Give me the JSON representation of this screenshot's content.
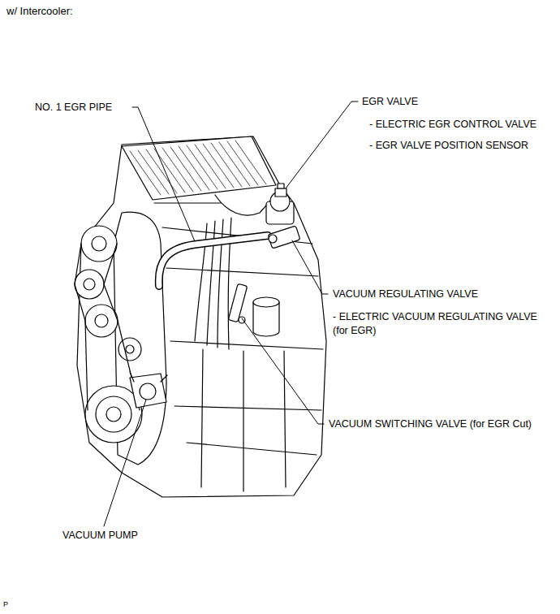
{
  "diagram": {
    "title": "w/ Intercooler:",
    "labels": [
      "NO. 1 EGR PIPE",
      "EGR VALVE",
      "- ELECTRIC EGR CONTROL VALVE",
      "- EGR VALVE POSITION SENSOR",
      "VACUUM REGULATING VALVE",
      "- ELECTRIC VACUUM REGULATING VALVE (for EGR)",
      "VACUUM SWITCHING VALVE (for EGR Cut)",
      "VACUUM PUMP",
      "P"
    ]
  }
}
